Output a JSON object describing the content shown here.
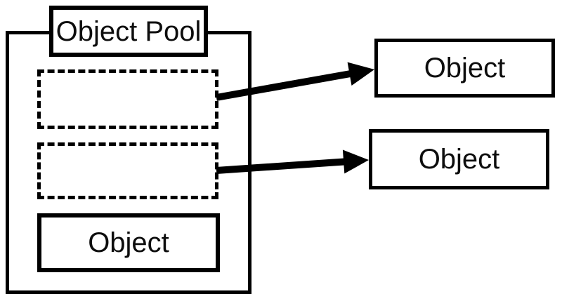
{
  "diagram": {
    "pool": {
      "title": "Object Pool",
      "empty_slot_count": 2,
      "object_box": {
        "label": "Object"
      }
    },
    "external_objects": [
      {
        "label": "Object"
      },
      {
        "label": "Object"
      }
    ],
    "colors": {
      "stroke": "#000000",
      "background": "#ffffff",
      "text": "#0d0d0d"
    }
  }
}
